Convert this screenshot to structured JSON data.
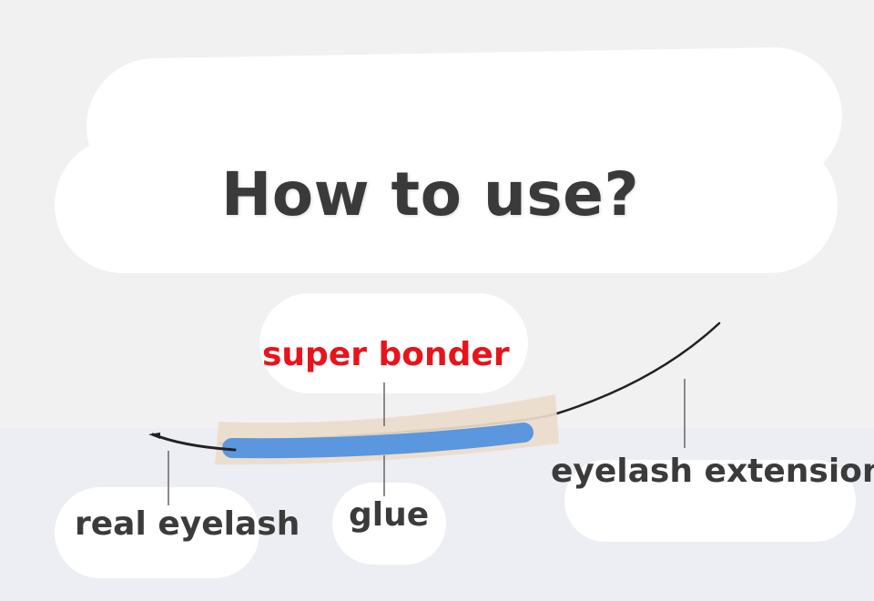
{
  "title": "How to use?",
  "labels": {
    "super_bonder": "super bonder",
    "glue": "glue",
    "real_eyelash": "real eyelash",
    "eyelash_extension": "eyelash extension"
  },
  "colors": {
    "title": "#3a3a3a",
    "label_dark": "#3b3b3b",
    "super_bonder": "#e8141b",
    "glue": "#5a97de",
    "bonder_band": "#ebdccb",
    "lash": "#222222"
  }
}
